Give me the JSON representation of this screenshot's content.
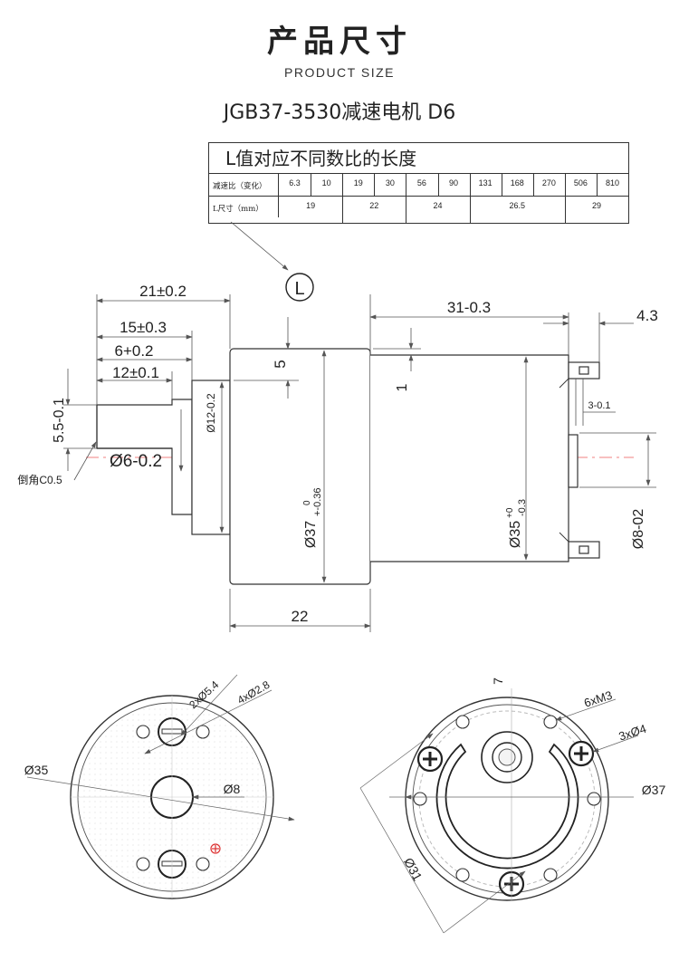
{
  "header": {
    "title": "产品尺寸",
    "subtitle": "PRODUCT SIZE",
    "model": "JGB37-3530减速电机 D6"
  },
  "l_table": {
    "title": "L值对应不同数比的长度",
    "ratio_label": "减速比（变化）",
    "length_label": "L尺寸（mm）",
    "ratios": [
      "6.3",
      "10",
      "19",
      "30",
      "56",
      "90",
      "131",
      "168",
      "270",
      "506",
      "810"
    ],
    "lengths": [
      {
        "value": "19",
        "span": 2
      },
      {
        "value": "22",
        "span": 2
      },
      {
        "value": "24",
        "span": 2
      },
      {
        "value": "26.5",
        "span": 3
      },
      {
        "value": "29",
        "span": 2
      }
    ]
  },
  "side_view": {
    "l_marker": "L",
    "dim_21": "21±0.2",
    "dim_15": "15±0.3",
    "dim_6": "6+0.2",
    "dim_12": "12±0.1",
    "dim_5": "5",
    "dim_5_5": "5.5-0.1",
    "dim_d6": "Ø6-0.2",
    "chamfer": "倒角C0.5",
    "dim_d12": "Ø12-0.2",
    "dim_d37": "Ø37",
    "dim_d37_tol_upper": "0",
    "dim_d37_tol_lower": "+-0.36",
    "dim_31": "31-0.3",
    "dim_4_3": "4.3",
    "dim_1": "1",
    "dim_3": "3-0.1",
    "dim_d35": "Ø35",
    "dim_d35_tol_upper": "+0",
    "dim_d35_tol_lower": "-0.3",
    "dim_d8": "Ø8-02",
    "dim_22": "22"
  },
  "rear_view": {
    "dim_2x54": "2xØ5.4",
    "dim_4x28": "4xØ2.8",
    "dim_d35": "Ø35",
    "dim_d8": "Ø8"
  },
  "front_view": {
    "dim_7": "7",
    "dim_6xm3": "6xM3",
    "dim_3x4": "3xØ4",
    "dim_d37": "Ø37",
    "dim_d31": "Ø31"
  }
}
